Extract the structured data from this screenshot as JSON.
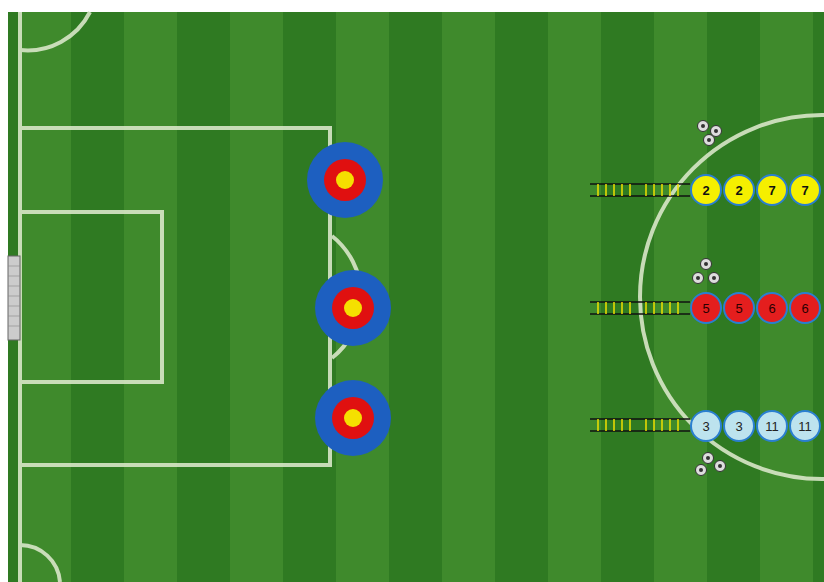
{
  "diagram": {
    "nodes": [
      {
        "text": [
          "2"
        ]
      },
      {
        "text": [
          "2"
        ]
      },
      {
        "text": [
          "7"
        ]
      },
      {
        "text": [
          "7"
        ]
      },
      {
        "text": [
          "5"
        ]
      },
      {
        "text": [
          "5"
        ]
      },
      {
        "text": [
          "6"
        ]
      },
      {
        "text": [
          "6"
        ]
      },
      {
        "text": [
          "3"
        ]
      },
      {
        "text": [
          "3"
        ]
      },
      {
        "text": [
          "11"
        ]
      },
      {
        "text": [
          "11"
        ]
      }
    ]
  }
}
